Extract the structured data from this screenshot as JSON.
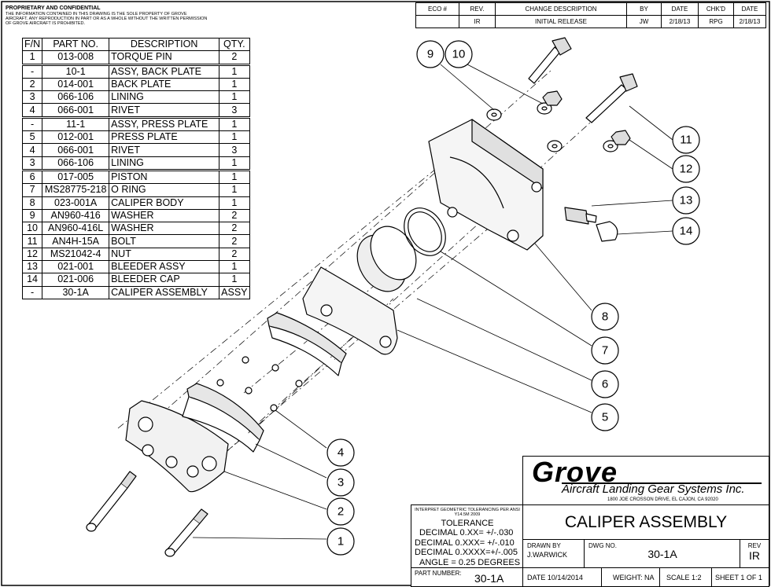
{
  "header": {
    "proprietary_title": "PROPRIETARY AND CONFIDENTIAL",
    "proprietary_text": "THE INFORMATION CONTAINED IN THIS DRAWING IS THE SOLE PROPERTY OF GROVE AIRCRAFT.  ANY REPRODUCTION IN PART OR AS A WHOLE WITHOUT THE WRITTEN PERMISSION OF GROVE AIRCRAFT IS PROHIBITED."
  },
  "revision_block": {
    "headers": [
      "ECO #",
      "REV.",
      "CHANGE DESCRIPTION",
      "BY",
      "DATE",
      "CHK'D",
      "DATE"
    ],
    "row": [
      "",
      "IR",
      "INITIAL RELEASE",
      "JW",
      "2/18/13",
      "RPG",
      "2/18/13"
    ]
  },
  "parts_list": {
    "headers": [
      "F/N",
      "PART NO.",
      "DESCRIPTION",
      "QTY."
    ],
    "rows": [
      [
        "1",
        "013-008",
        "TORQUE PIN",
        "2"
      ],
      [
        "-",
        "10-1",
        "ASSY, BACK PLATE",
        "1"
      ],
      [
        "2",
        "014-001",
        "BACK PLATE",
        "1"
      ],
      [
        "3",
        "066-106",
        "LINING",
        "1"
      ],
      [
        "4",
        "066-001",
        "RIVET",
        "3"
      ],
      [
        "-",
        "11-1",
        "ASSY, PRESS PLATE",
        "1"
      ],
      [
        "5",
        "012-001",
        "PRESS PLATE",
        "1"
      ],
      [
        "4",
        "066-001",
        "RIVET",
        "3"
      ],
      [
        "3",
        "066-106",
        "LINING",
        "1"
      ],
      [
        "6",
        "017-005",
        "PISTON",
        "1"
      ],
      [
        "7",
        "MS28775-218",
        "O RING",
        "1"
      ],
      [
        "8",
        "023-001A",
        "CALIPER BODY",
        "1"
      ],
      [
        "9",
        "AN960-416",
        "WASHER",
        "2"
      ],
      [
        "10",
        "AN960-416L",
        "WASHER",
        "2"
      ],
      [
        "11",
        "AN4H-15A",
        "BOLT",
        "2"
      ],
      [
        "12",
        "MS21042-4",
        "NUT",
        "2"
      ],
      [
        "13",
        "021-001",
        "BLEEDER ASSY",
        "1"
      ],
      [
        "14",
        "021-006",
        "BLEEDER CAP",
        "1"
      ],
      [
        "-",
        "30-1A",
        "CALIPER ASSEMBLY",
        "ASSY"
      ]
    ]
  },
  "callouts": [
    "9",
    "10",
    "11",
    "12",
    "13",
    "14",
    "8",
    "7",
    "6",
    "5",
    "4",
    "3",
    "2",
    "1"
  ],
  "title_block": {
    "logo": "Grove",
    "company": "Aircraft Landing Gear Systems Inc.",
    "address": "1800 JOE CROSSON DRIVE, EL CAJON, CA 92020",
    "tolerance_note": "INTERPRET GEOMETRIC TOLERANCING PER  ANSI Y14.5M 2009",
    "tolerance_title": "TOLERANCE",
    "tol1": "DECIMAL 0.XX=  +/-.030",
    "tol2": "DECIMAL 0.XXX= +/-.010",
    "tol3": "DECIMAL 0.XXXX=+/-.005",
    "tol4": "ANGLE = 0.25 DEGREES",
    "title": "CALIPER ASSEMBLY",
    "drawn_by_label": "DRAWN BY",
    "drawn_by": "J.WARWICK",
    "dwg_no_label": "DWG NO.",
    "dwg_no": "30-1A",
    "rev_label": "REV",
    "rev": "IR",
    "part_number_label": "PART NUMBER:",
    "part_number": "30-1A",
    "date": "DATE  10/14/2014",
    "weight": "WEIGHT:  NA",
    "scale": "SCALE  1:2",
    "sheet": "SHEET  1 OF 1"
  }
}
